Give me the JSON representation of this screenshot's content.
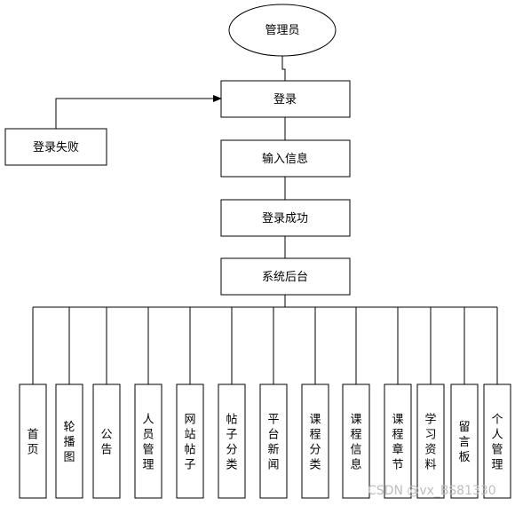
{
  "nodes": {
    "admin": "管理员",
    "login": "登录",
    "login_fail": "登录失败",
    "input_info": "输入信息",
    "login_success": "登录成功",
    "backend": "系统后台"
  },
  "modules": [
    "首页",
    "轮播图",
    "公告",
    "人员管理",
    "网站帖子",
    "帖子分类",
    "平台新闻",
    "课程分类",
    "课程信息",
    "课程章节",
    "学习资料",
    "留言板",
    "个人管理"
  ],
  "watermark": "CSDN @vx_BS81330"
}
